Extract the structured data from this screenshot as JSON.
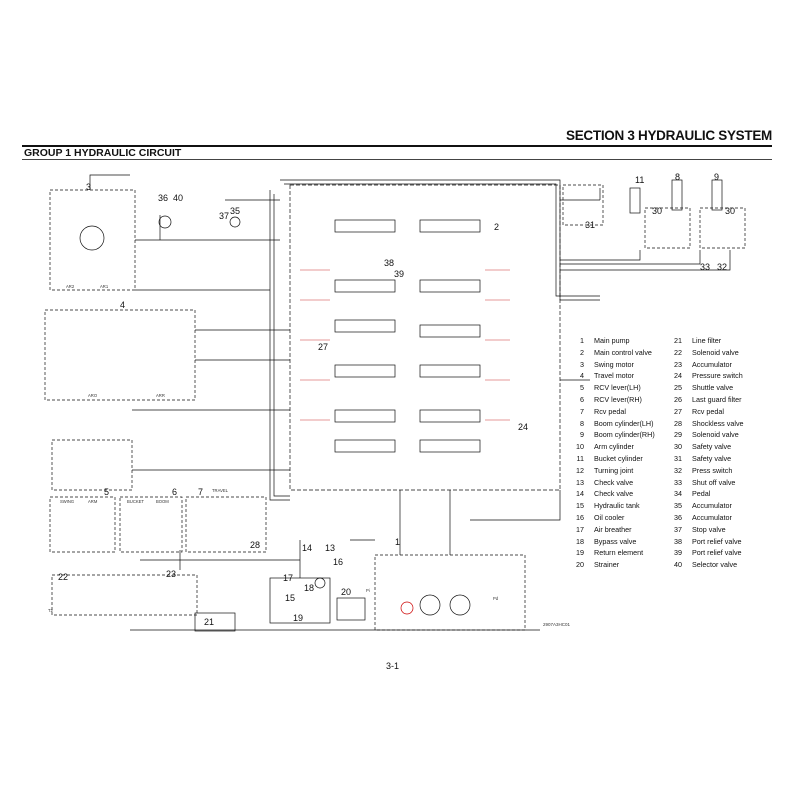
{
  "header": {
    "section_title": "SECTION 3 HYDRAULIC SYSTEM",
    "group_title": "GROUP 1 HYDRAULIC CIRCUIT"
  },
  "diagram": {
    "callouts": [
      "1",
      "2",
      "3",
      "4",
      "5",
      "6",
      "7",
      "8",
      "9",
      "11",
      "13",
      "14",
      "15",
      "16",
      "17",
      "18",
      "19",
      "20",
      "21",
      "22",
      "23",
      "24",
      "27",
      "28",
      "30",
      "30",
      "31",
      "32",
      "33",
      "35",
      "36",
      "37",
      "38",
      "39",
      "40"
    ],
    "small_labels": [
      "AR2",
      "AR1",
      "ARO",
      "ARR",
      "TRAVEL",
      "SWING",
      "ARM",
      "BUCKET",
      "BOOM",
      "T2",
      "Pd",
      "Pi"
    ],
    "drawing_code": "2907A3HC01"
  },
  "legend": {
    "left": [
      {
        "n": "1",
        "t": "Main pump"
      },
      {
        "n": "2",
        "t": "Main control valve"
      },
      {
        "n": "3",
        "t": "Swing motor"
      },
      {
        "n": "4",
        "t": "Travel motor"
      },
      {
        "n": "5",
        "t": "RCV lever(LH)"
      },
      {
        "n": "6",
        "t": "RCV lever(RH)"
      },
      {
        "n": "7",
        "t": "Rcv pedal"
      },
      {
        "n": "8",
        "t": "Boom cylinder(LH)"
      },
      {
        "n": "9",
        "t": "Boom cylinder(RH)"
      },
      {
        "n": "10",
        "t": "Arm cylinder"
      },
      {
        "n": "11",
        "t": "Bucket cylinder"
      },
      {
        "n": "12",
        "t": "Turning joint"
      },
      {
        "n": "13",
        "t": "Check valve"
      },
      {
        "n": "14",
        "t": "Check valve"
      },
      {
        "n": "15",
        "t": "Hydraulic tank"
      },
      {
        "n": "16",
        "t": "Oil cooler"
      },
      {
        "n": "17",
        "t": "Air breather"
      },
      {
        "n": "18",
        "t": "Bypass valve"
      },
      {
        "n": "19",
        "t": "Return element"
      },
      {
        "n": "20",
        "t": "Strainer"
      }
    ],
    "right": [
      {
        "n": "21",
        "t": "Line filter"
      },
      {
        "n": "22",
        "t": "Solenoid valve"
      },
      {
        "n": "23",
        "t": "Accumulator"
      },
      {
        "n": "24",
        "t": "Pressure switch"
      },
      {
        "n": "25",
        "t": "Shuttle valve"
      },
      {
        "n": "26",
        "t": "Last guard filter"
      },
      {
        "n": "27",
        "t": "Rcv pedal"
      },
      {
        "n": "28",
        "t": "Shockless valve"
      },
      {
        "n": "29",
        "t": "Solenoid valve"
      },
      {
        "n": "30",
        "t": "Safety valve"
      },
      {
        "n": "31",
        "t": "Safety valve"
      },
      {
        "n": "32",
        "t": "Press switch"
      },
      {
        "n": "33",
        "t": "Shut off valve"
      },
      {
        "n": "34",
        "t": "Pedal"
      },
      {
        "n": "35",
        "t": "Accumulator"
      },
      {
        "n": "36",
        "t": "Accumulator"
      },
      {
        "n": "37",
        "t": "Stop valve"
      },
      {
        "n": "38",
        "t": "Port relief valve"
      },
      {
        "n": "39",
        "t": "Port relief valve"
      },
      {
        "n": "40",
        "t": "Selector valve"
      }
    ]
  },
  "footer": {
    "page_number": "3-1"
  }
}
